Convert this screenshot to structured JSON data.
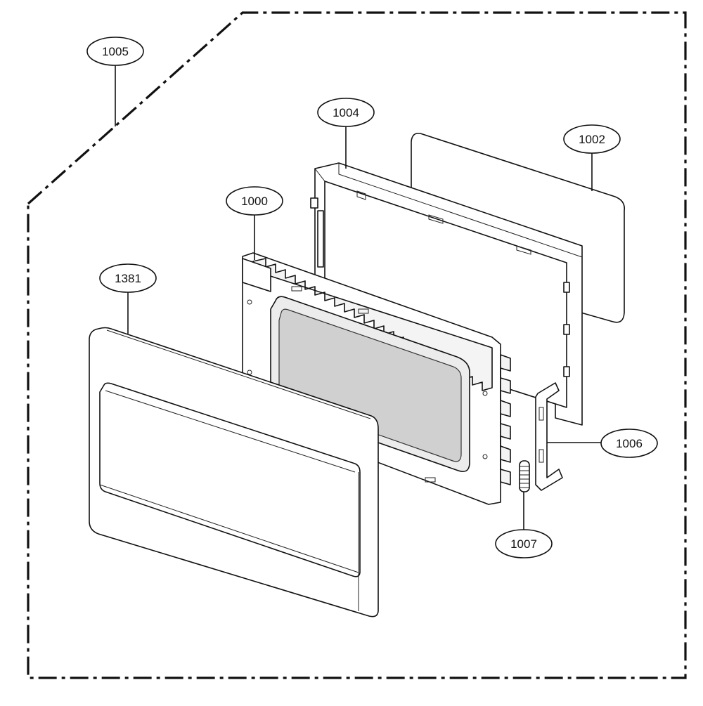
{
  "diagram": {
    "callouts": {
      "c1005": "1005",
      "c1004": "1004",
      "c1002": "1002",
      "c1000": "1000",
      "c1381": "1381",
      "c1006": "1006",
      "c1007": "1007"
    }
  }
}
